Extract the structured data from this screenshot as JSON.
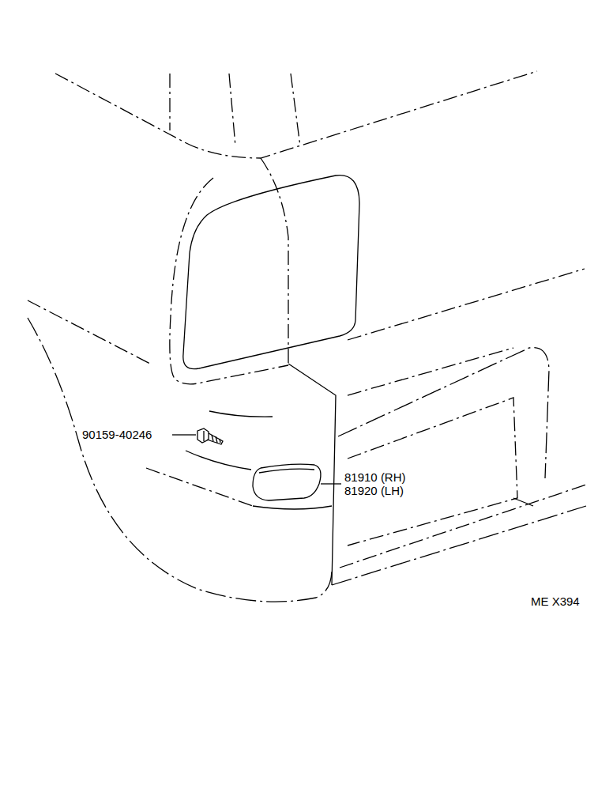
{
  "diagram": {
    "labels": [
      "90159-40246",
      "81910 (RH)",
      "81920 (LH)",
      "ME X394"
    ]
  }
}
